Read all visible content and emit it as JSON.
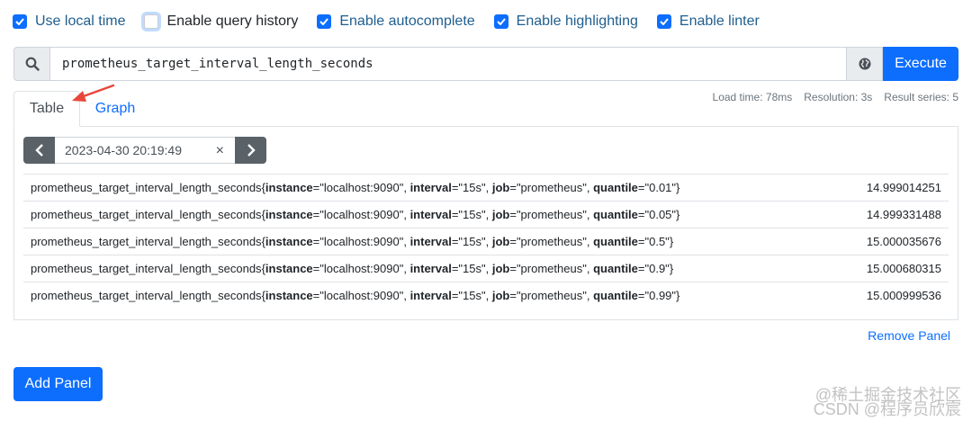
{
  "options": [
    {
      "label": "Use local time",
      "checked": true
    },
    {
      "label": "Enable query history",
      "checked": false
    },
    {
      "label": "Enable autocomplete",
      "checked": true
    },
    {
      "label": "Enable highlighting",
      "checked": true
    },
    {
      "label": "Enable linter",
      "checked": true
    }
  ],
  "query": {
    "expression": "prometheus_target_interval_length_seconds",
    "execute_label": "Execute"
  },
  "stats": {
    "load_time": "Load time: 78ms",
    "resolution": "Resolution: 3s",
    "result_series": "Result series: 5"
  },
  "tabs": {
    "table": "Table",
    "graph": "Graph"
  },
  "time_picker": {
    "value": "2023-04-30 20:19:49",
    "clear": "×"
  },
  "metric_name": "prometheus_target_interval_length_seconds",
  "results": [
    {
      "instance": "\"localhost:9090\"",
      "interval": "\"15s\"",
      "job": "\"prometheus\"",
      "quantile": "\"0.01\"",
      "value": "14.999014251"
    },
    {
      "instance": "\"localhost:9090\"",
      "interval": "\"15s\"",
      "job": "\"prometheus\"",
      "quantile": "\"0.05\"",
      "value": "14.999331488"
    },
    {
      "instance": "\"localhost:9090\"",
      "interval": "\"15s\"",
      "job": "\"prometheus\"",
      "quantile": "\"0.5\"",
      "value": "15.000035676"
    },
    {
      "instance": "\"localhost:9090\"",
      "interval": "\"15s\"",
      "job": "\"prometheus\"",
      "quantile": "\"0.9\"",
      "value": "15.000680315"
    },
    {
      "instance": "\"localhost:9090\"",
      "interval": "\"15s\"",
      "job": "\"prometheus\"",
      "quantile": "\"0.99\"",
      "value": "15.000999536"
    }
  ],
  "remove_panel": "Remove Panel",
  "add_panel": "Add Panel",
  "watermark": {
    "line1": "@稀土掘金技术社区",
    "line2": "CSDN @程序员欣宸"
  },
  "colors": {
    "primary": "#0d6efd",
    "secondary": "#5a6268",
    "checked_label": "#1f5e8f",
    "annotation_arrow": "#e8463a"
  }
}
